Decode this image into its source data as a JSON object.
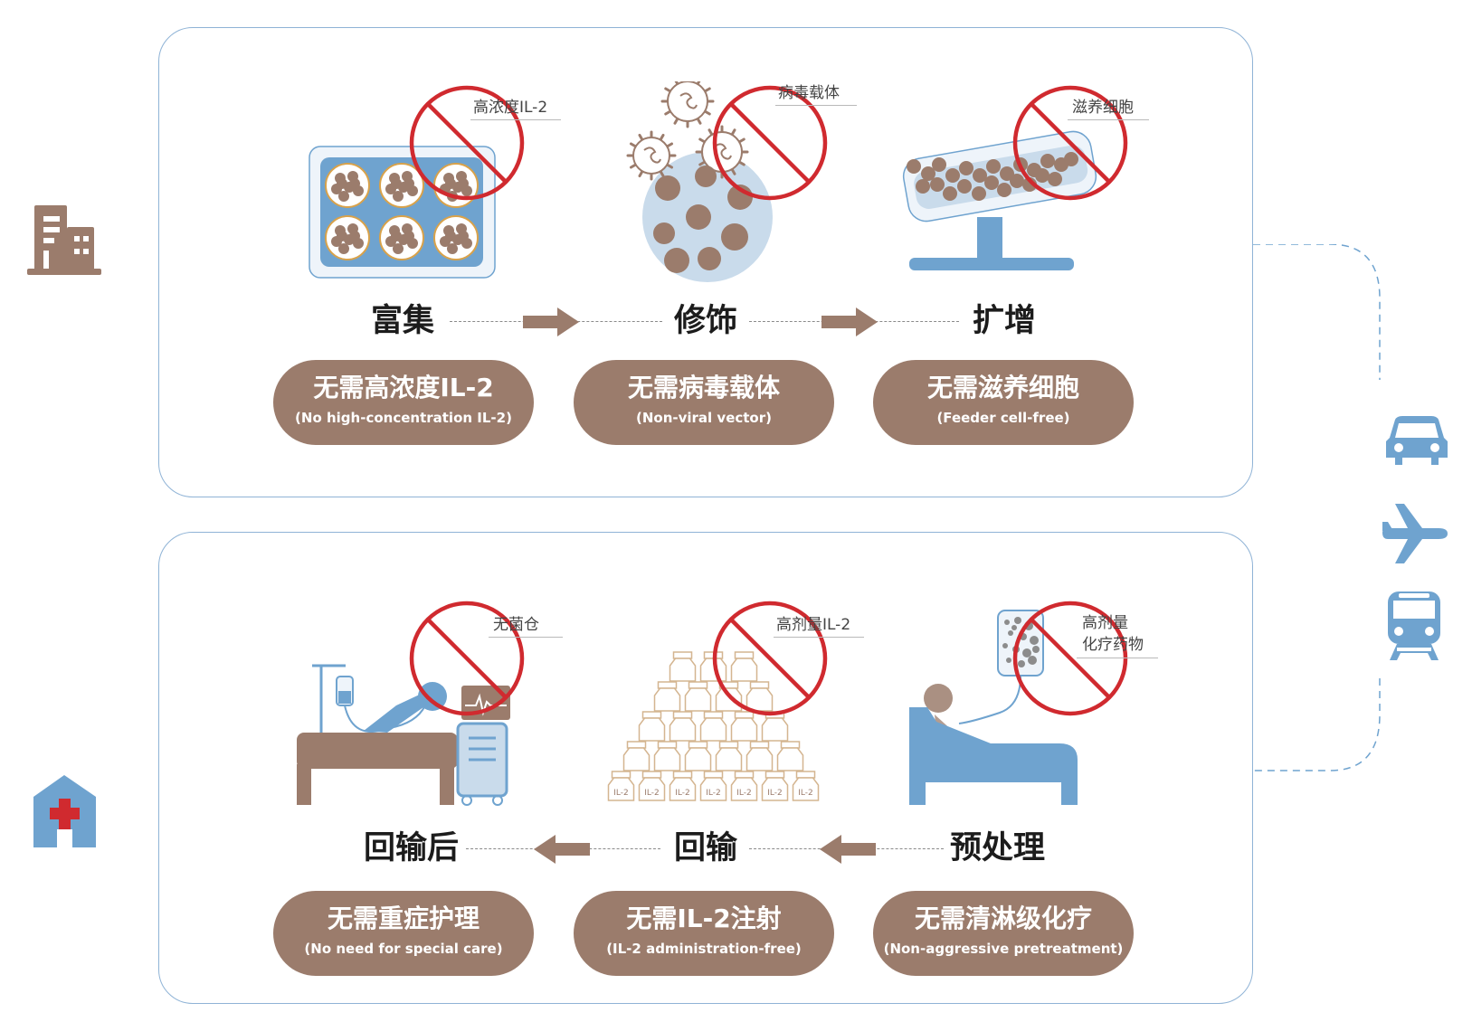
{
  "colors": {
    "brown": "#9b7c6c",
    "blue": "#6fa3cf",
    "light_blue": "#c9dbeb",
    "red": "#d02a2f",
    "panel_border": "#8fb3d6"
  },
  "side_icons": {
    "building": "building-icon",
    "hospital": "hospital-icon",
    "transport": [
      "car-icon",
      "airplane-icon",
      "train-icon"
    ]
  },
  "top": {
    "stages": [
      {
        "label": "富集",
        "pill_main": "无需高浓度IL-2",
        "pill_sub": "(No high-concentration IL-2)",
        "callout": "高浓度IL-2"
      },
      {
        "label": "修饰",
        "pill_main": "无需病毒载体",
        "pill_sub": "(Non-viral vector)",
        "callout": "病毒载体"
      },
      {
        "label": "扩增",
        "pill_main": "无需滋养细胞",
        "pill_sub": "(Feeder cell-free)",
        "callout": "滋养细胞"
      }
    ]
  },
  "bottom": {
    "stages": [
      {
        "label": "回输后",
        "pill_main": "无需重症护理",
        "pill_sub": "(No need for special care)",
        "callout": "无菌仓"
      },
      {
        "label": "回输",
        "pill_main": "无需IL-2注射",
        "pill_sub": "(IL-2 administration-free)",
        "callout": "高剂量IL-2"
      },
      {
        "label": "预处理",
        "pill_main": "无需清淋级化疗",
        "pill_sub": "(Non-aggressive pretreatment)",
        "callout_line1": "高剂量",
        "callout_line2": "化疗药物"
      }
    ]
  },
  "vial_label": "IL-2"
}
